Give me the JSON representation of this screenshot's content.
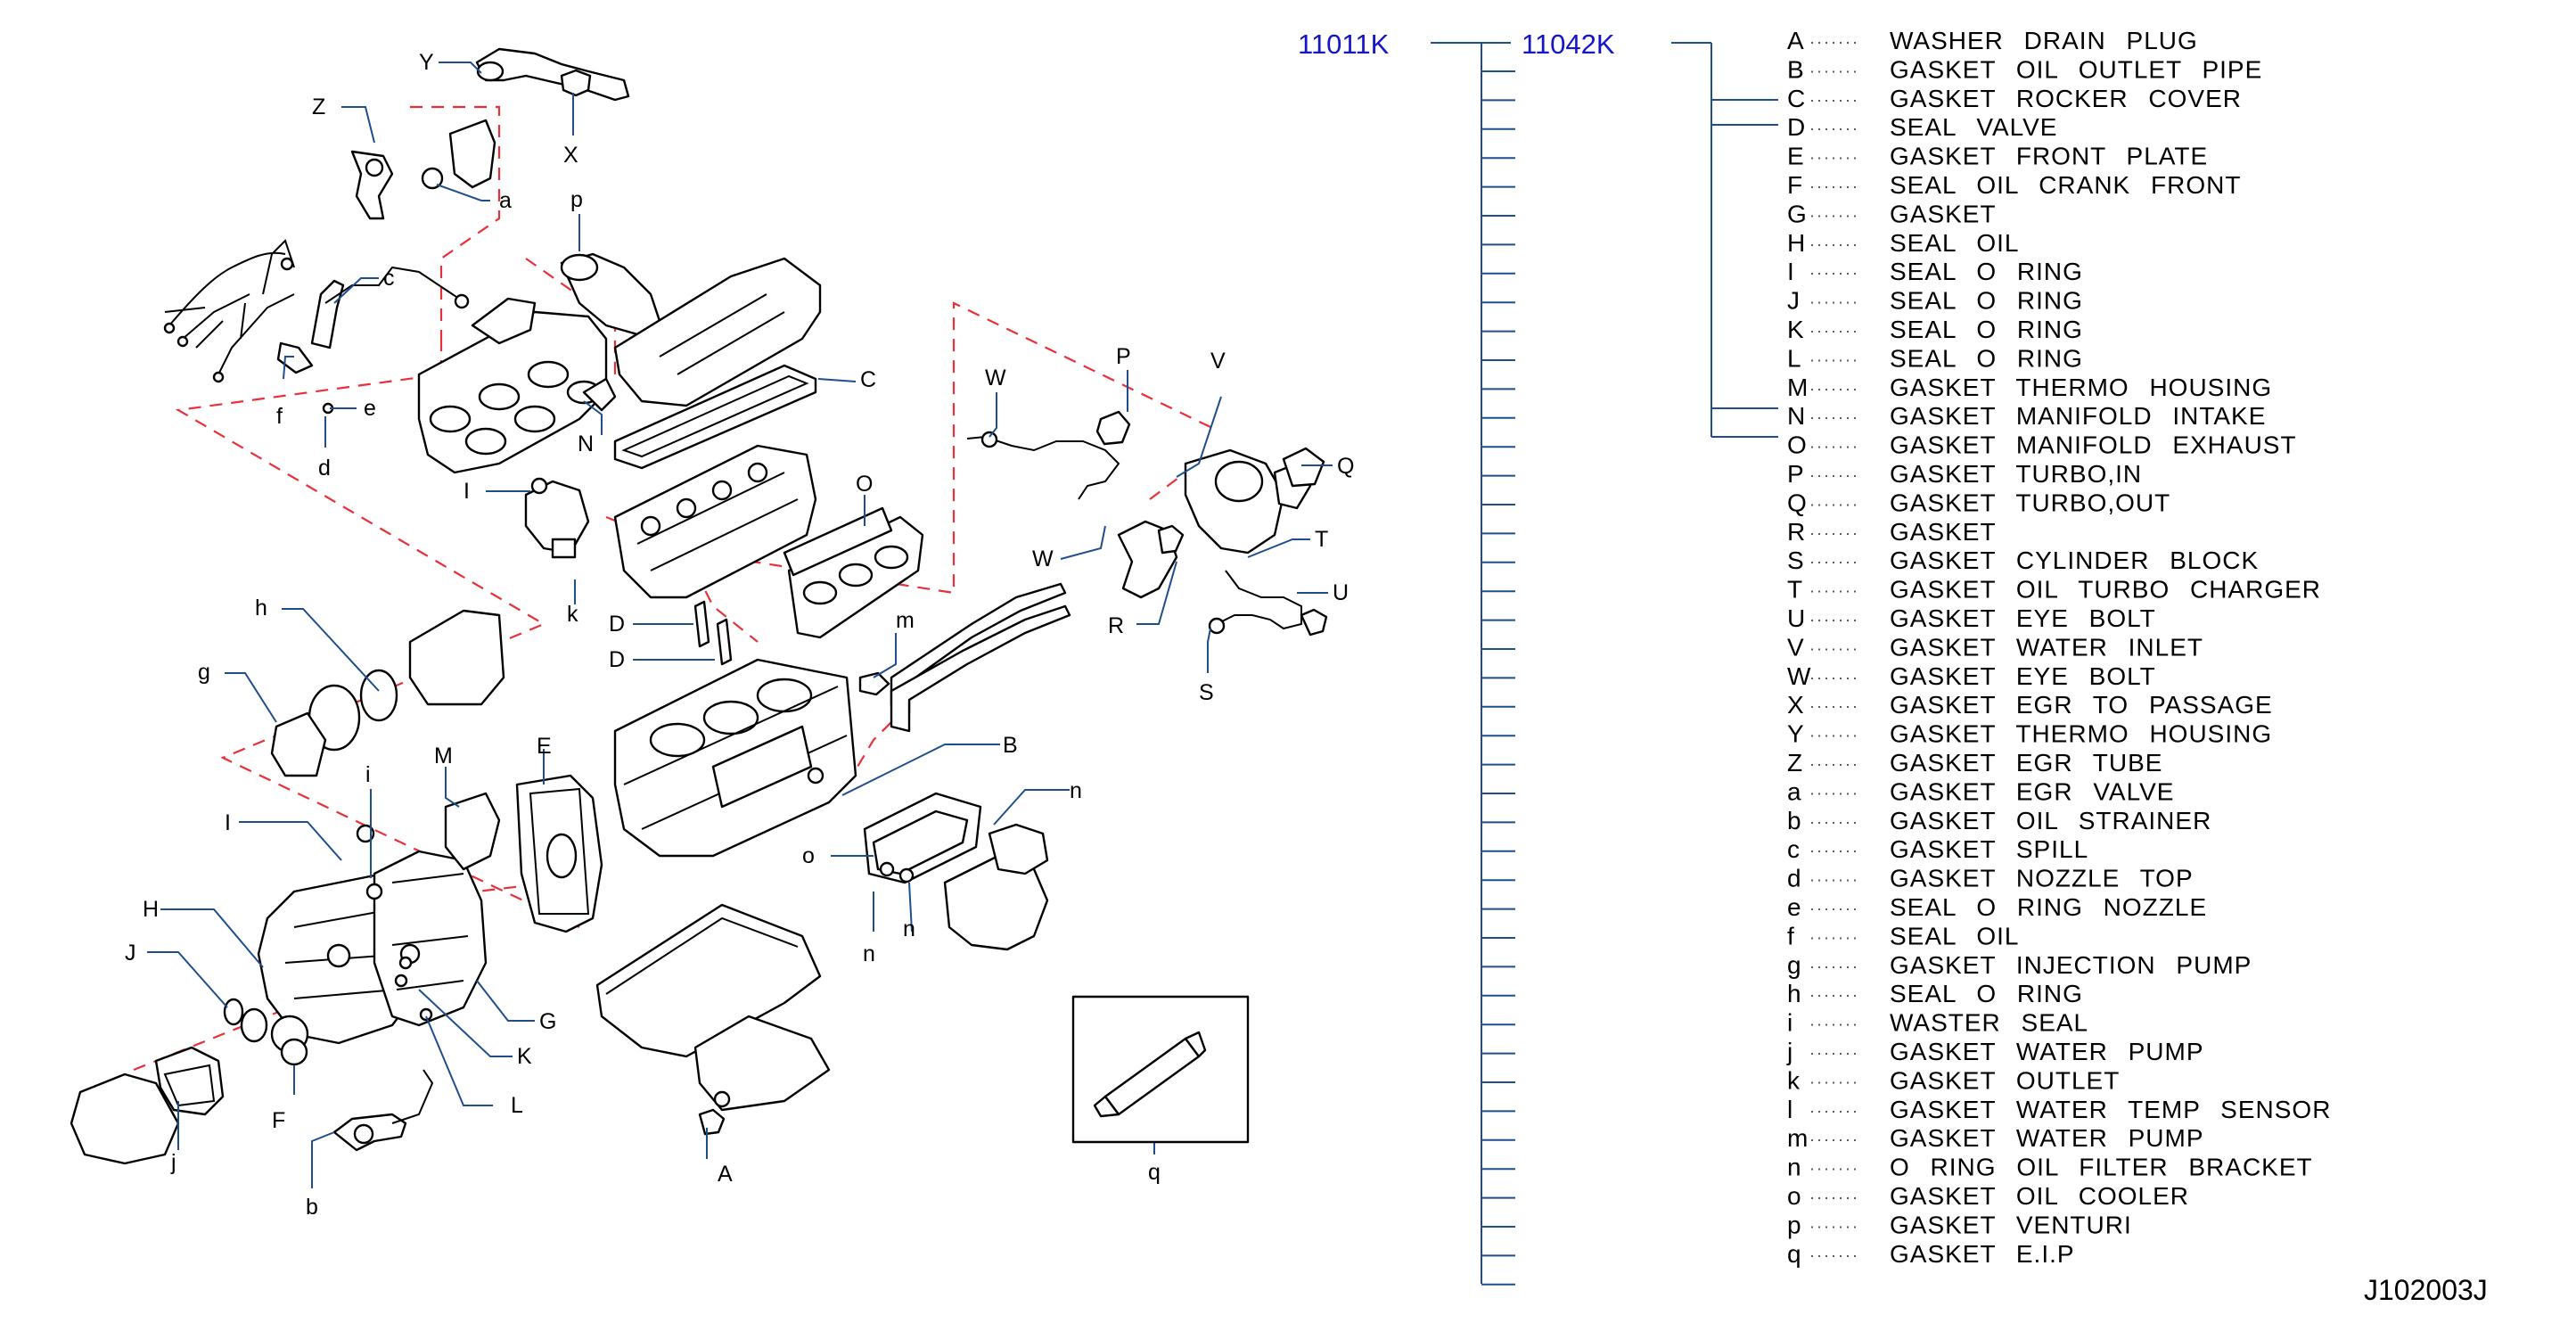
{
  "codes": {
    "primary": "11011K",
    "secondary": "11042K"
  },
  "doc_id": "J102003J",
  "legend": [
    {
      "letter": "A",
      "text": "WASHER DRAIN PLUG"
    },
    {
      "letter": "B",
      "text": "GASKET OIL OUTLET PIPE"
    },
    {
      "letter": "C",
      "text": "GASKET ROCKER COVER"
    },
    {
      "letter": "D",
      "text": "SEAL VALVE"
    },
    {
      "letter": "E",
      "text": "GASKET FRONT PLATE"
    },
    {
      "letter": "F",
      "text": "SEAL OIL CRANK FRONT"
    },
    {
      "letter": "G",
      "text": "GASKET"
    },
    {
      "letter": "H",
      "text": "SEAL OIL"
    },
    {
      "letter": "I",
      "text": "SEAL O RING"
    },
    {
      "letter": "J",
      "text": "SEAL O RING"
    },
    {
      "letter": "K",
      "text": "SEAL O RING"
    },
    {
      "letter": "L",
      "text": "SEAL O RING"
    },
    {
      "letter": "M",
      "text": "GASKET THERMO HOUSING"
    },
    {
      "letter": "N",
      "text": "GASKET MANIFOLD INTAKE"
    },
    {
      "letter": "O",
      "text": "GASKET MANIFOLD EXHAUST"
    },
    {
      "letter": "P",
      "text": "GASKET TURBO,IN"
    },
    {
      "letter": "Q",
      "text": "GASKET TURBO,OUT"
    },
    {
      "letter": "R",
      "text": "GASKET"
    },
    {
      "letter": "S",
      "text": "GASKET CYLINDER BLOCK"
    },
    {
      "letter": "T",
      "text": "GASKET OIL TURBO CHARGER"
    },
    {
      "letter": "U",
      "text": "GASKET EYE BOLT"
    },
    {
      "letter": "V",
      "text": "GASKET WATER INLET"
    },
    {
      "letter": "W",
      "text": "GASKET EYE BOLT"
    },
    {
      "letter": "X",
      "text": "GASKET EGR TO PASSAGE"
    },
    {
      "letter": "Y",
      "text": "GASKET THERMO HOUSING"
    },
    {
      "letter": "Z",
      "text": "GASKET EGR TUBE"
    },
    {
      "letter": "a",
      "text": "GASKET EGR VALVE"
    },
    {
      "letter": "b",
      "text": "GASKET OIL STRAINER"
    },
    {
      "letter": "c",
      "text": "GASKET SPILL"
    },
    {
      "letter": "d",
      "text": "GASKET NOZZLE TOP"
    },
    {
      "letter": "e",
      "text": "SEAL O RING NOZZLE"
    },
    {
      "letter": "f",
      "text": "SEAL OIL"
    },
    {
      "letter": "g",
      "text": "GASKET INJECTION PUMP"
    },
    {
      "letter": "h",
      "text": "SEAL O RING"
    },
    {
      "letter": "i",
      "text": "WASTER SEAL"
    },
    {
      "letter": "j",
      "text": "GASKET WATER PUMP"
    },
    {
      "letter": "k",
      "text": "GASKET OUTLET"
    },
    {
      "letter": "l",
      "text": "GASKET WATER TEMP SENSOR"
    },
    {
      "letter": "m",
      "text": "GASKET WATER PUMP"
    },
    {
      "letter": "n",
      "text": "O RING OIL FILTER BRACKET"
    },
    {
      "letter": "o",
      "text": "GASKET OIL COOLER"
    },
    {
      "letter": "p",
      "text": "GASKET VENTURI"
    },
    {
      "letter": "q",
      "text": "GASKET E.I.P"
    }
  ],
  "callouts": {
    "Y": "Y",
    "X": "X",
    "Z": "Z",
    "a": "a",
    "p": "p",
    "c": "c",
    "C": "C",
    "W1": "W",
    "P": "P",
    "V": "V",
    "f": "f",
    "e": "e",
    "d": "d",
    "N": "N",
    "Q": "Q",
    "I1": "I",
    "O": "O",
    "W2": "W",
    "T": "T",
    "U": "U",
    "R": "R",
    "k": "k",
    "D1": "D",
    "D2": "D",
    "m": "m",
    "S": "S",
    "h": "h",
    "g": "g",
    "B": "B",
    "n1": "n",
    "i": "i",
    "M": "M",
    "E": "E",
    "I2": "I",
    "o": "o",
    "H": "H",
    "n2": "n",
    "n3": "n",
    "J": "J",
    "G": "G",
    "K": "K",
    "F": "F",
    "L": "L",
    "j": "j",
    "b": "b",
    "A": "A",
    "q": "q"
  },
  "colors": {
    "leader": "#1f4e8c",
    "dashed": "#e8303a",
    "code": "#1414c8"
  }
}
